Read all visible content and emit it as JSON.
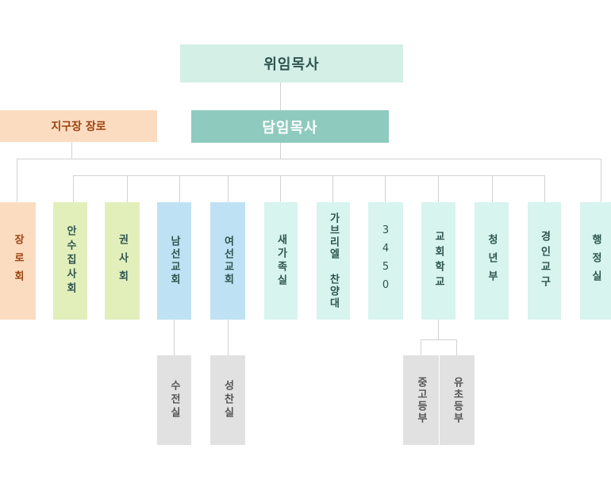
{
  "colors": {
    "line": "#d2d2d2",
    "peach": "#fcdcc0",
    "peach_text": "#9a4410",
    "mint_light": "#d3efe6",
    "mint_dark": "#8fcabf",
    "green_light": "#e2efbb",
    "blue_light": "#bfe1f4",
    "aqua_light": "#d7f4ef",
    "gray": "#e1e1e1",
    "text_dark": "#2f5550",
    "text_gray": "#555555"
  },
  "top": {
    "associate_pastor": "위임목사",
    "senior_pastor": "담임목사",
    "district_elders": "지구장 장로"
  },
  "departments": [
    {
      "id": "elders-council",
      "label": "장로회"
    },
    {
      "id": "deacons-council",
      "label": "안수집사회"
    },
    {
      "id": "exhorters-council",
      "label": "권사회"
    },
    {
      "id": "mens-association",
      "label": "남선교회"
    },
    {
      "id": "womens-association",
      "label": "여선교회"
    },
    {
      "id": "newcomer-family",
      "label": "새가족실"
    },
    {
      "id": "gabriel-choir",
      "label": "가브리엘 찬양대"
    },
    {
      "id": "group-3450",
      "label": "3450"
    },
    {
      "id": "church-school",
      "label": "교회학교"
    },
    {
      "id": "youth-dept",
      "label": "청년부"
    },
    {
      "id": "gyeongin-district",
      "label": "경인교구"
    },
    {
      "id": "admin-office",
      "label": "행정실"
    }
  ],
  "sub_units": [
    {
      "id": "maintenance-room",
      "label": "수전실"
    },
    {
      "id": "choir-room",
      "label": "성찬실"
    },
    {
      "id": "middle-high-dept",
      "label": "중고등부"
    },
    {
      "id": "kindergarten-elementary-dept",
      "label": "유초등부"
    }
  ]
}
